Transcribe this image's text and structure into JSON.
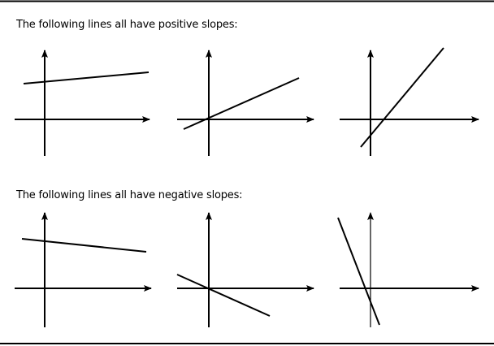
{
  "sections": [
    {
      "heading": "The following lines all have positive slopes:",
      "slope_sign": "positive"
    },
    {
      "heading": "The following lines all have negative slopes:",
      "slope_sign": "negative"
    }
  ],
  "colors": {
    "ink": "#000000",
    "background": "#ffffff"
  }
}
